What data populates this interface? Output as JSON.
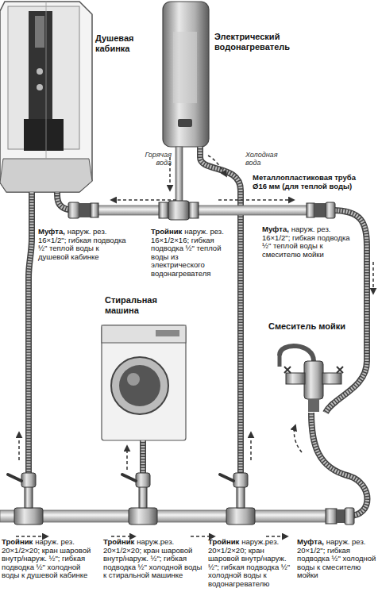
{
  "diagram": {
    "labels": [
      "Душевая кабинка",
      "Электрический водонагреватель",
      "Горячая вода",
      "Холодная вода",
      "Металлопластиковая труба Ø16 мм (для теплой воды)",
      "Муфта,",
      "наруж. рез. 16×1/2\"; гибкая подводка ½\" теплой воды к душевой кабинке",
      "Тройник",
      "наруж. рез. 16×1/2×16; гибкая подводка ½\" теплой воды из электрического водонагревателя",
      "Муфта,",
      "наруж. рез. 16×1/2\"; гибкая подводка ½\" теплой воды к смесителю мойки",
      "Стиральная машина",
      "Смеситель мойки",
      "Тройник",
      "наруж. рез. 20×1/2×20; кран шаровой внутр/наруж. ½\"; гибкая подводка ½\" холодной воды к душевой кабинке",
      "Тройник",
      "наруж.рез. 20×1/2×20; кран шаровой внутр/наруж. ½\"; гибкая подводка ½\" холодной воды к стиральной машинке",
      "Тройник",
      "наруж.рез. 20×1/2×20; кран шаровой внутр/наруж. ½\"; гибкая подводка ½\" холодной воды к водонагревателю",
      "Муфта,",
      "наруж. рез. 20×1/2\"; гибкая подводка ½\" холодной воды к смесителю мойки"
    ]
  }
}
